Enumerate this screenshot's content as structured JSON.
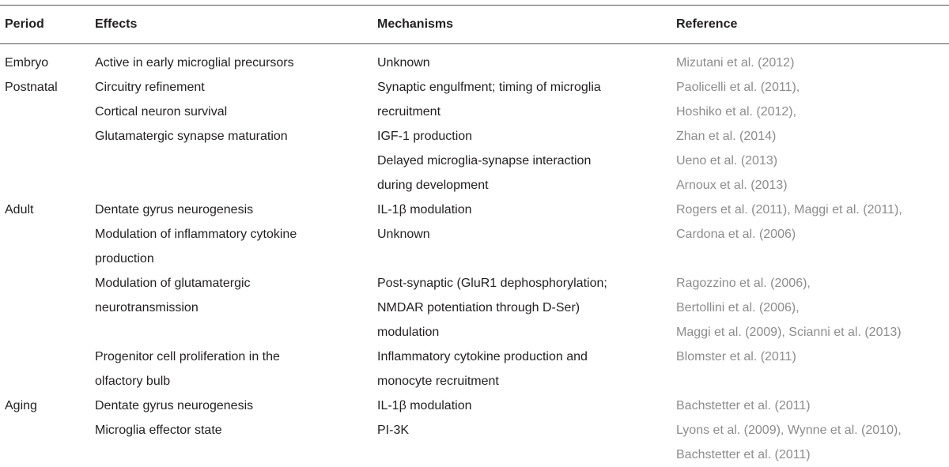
{
  "headers": {
    "period": "Period",
    "effects": "Effects",
    "mechanisms": "Mechanisms",
    "reference": "Reference"
  },
  "rows": [
    {
      "period": "Embryo",
      "effects": "Active in early microglial precursors",
      "mechanisms": "Unknown",
      "reference": "Mizutani et al. (2012)",
      "lines": 1
    },
    {
      "period": "Postnatal",
      "effects": "Circuitry refinement",
      "mechanisms": "Synaptic engulfment; timing of microglia\nrecruitment",
      "reference": "Paolicelli et al. (2011),\nHoshiko et al. (2012),",
      "lines": 0
    },
    {
      "period": "",
      "effects": "Cortical neuron survival",
      "mechanisms": "",
      "reference": "",
      "lines": 1
    },
    {
      "period": "",
      "effects": "Glutamatergic synapse maturation",
      "mechanisms": "IGF-1 production",
      "reference": "Zhan et al. (2014)",
      "lines": 1
    },
    {
      "period": "",
      "effects": "",
      "mechanisms": "Delayed microglia-synapse interaction\nduring development",
      "reference": "Ueno et al. (2013)\nArnoux et al. (2013)",
      "lines": 2
    },
    {
      "period": "Adult",
      "effects": "Dentate gyrus neurogenesis",
      "mechanisms": "IL-1β modulation",
      "reference": "Rogers et al. (2011), Maggi et al. (2011),",
      "lines": 1
    },
    {
      "period": "",
      "effects": "Modulation of inflammatory cytokine\nproduction",
      "mechanisms": "Unknown",
      "reference": "Cardona et al. (2006)",
      "lines": 2
    },
    {
      "period": "",
      "effects": "Modulation of glutamatergic\nneurotransmission",
      "mechanisms": "Post-synaptic (GluR1 dephosphorylation;\nNMDAR potentiation through D-Ser)\nmodulation",
      "reference": "Ragozzino et al. (2006),\nBertollini et al. (2006),\nMaggi et al. (2009), Scianni et al. (2013)",
      "lines": 3
    },
    {
      "period": "",
      "effects": "Progenitor cell proliferation in the\nolfactory bulb",
      "mechanisms": "Inflammatory cytokine production and\nmonocyte recruitment",
      "reference": "Blomster et al. (2011)",
      "lines": 2
    },
    {
      "period": "Aging",
      "effects": "Dentate gyrus neurogenesis",
      "mechanisms": "IL-1β modulation",
      "reference": "Bachstetter et al. (2011)",
      "lines": 1
    },
    {
      "period": "",
      "effects": "Microglia effector state",
      "mechanisms": "PI-3K",
      "reference": "Lyons et al. (2009), Wynne et al. (2010),\nBachstetter et al. (2011)",
      "lines": 2
    }
  ]
}
